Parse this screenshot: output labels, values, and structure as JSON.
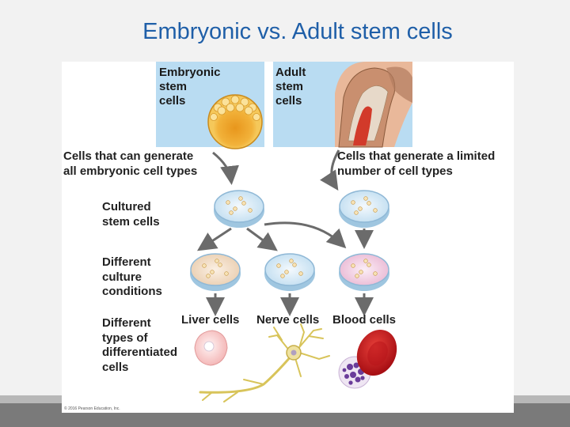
{
  "title": "Embryonic vs. Adult stem cells",
  "figure": {
    "embryonic_panel_label": "Embryonic\nstem\ncells",
    "adult_panel_label": "Adult\nstem\ncells",
    "embryonic_description": "Cells that can generate\nall embryonic cell types",
    "adult_description": "Cells that generate a limited\nnumber of cell types",
    "stage_cultured": "Cultured\nstem cells",
    "stage_culture_conditions": "Different\nculture\nconditions",
    "stage_differentiated": "Different\ntypes of\ndifferentiated\ncells",
    "cell_types": [
      "Liver cells",
      "Nerve cells",
      "Blood cells"
    ],
    "copyright": "© 2016 Pearson Education, Inc."
  }
}
